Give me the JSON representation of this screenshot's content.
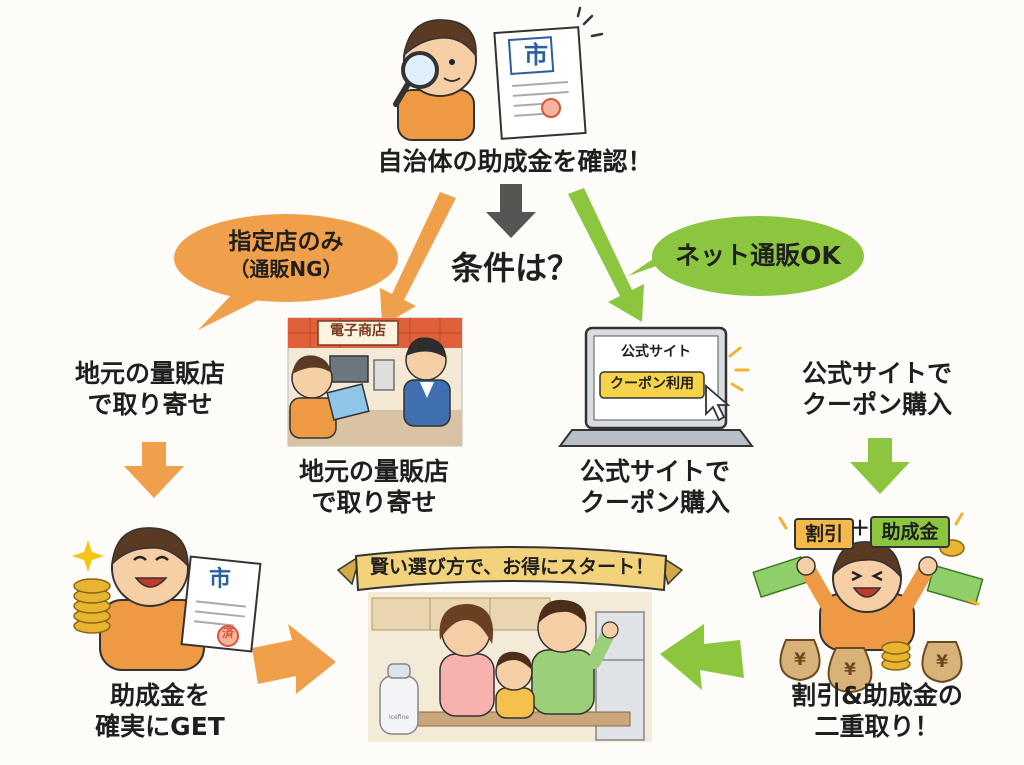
{
  "top": {
    "caption": "自治体の助成金を確認！",
    "doc_mark": "市"
  },
  "center_question": "条件は？",
  "bubble_left": {
    "line1": "指定店のみ",
    "line2": "（通販NG）"
  },
  "bubble_right": {
    "text": "ネット通販OK"
  },
  "left_route": {
    "step_line1": "地元の量販店",
    "step_line2": "で取り寄せ",
    "result_line1": "助成金を",
    "result_line2": "確実にGET",
    "doc_mark": "市",
    "stamp": "済"
  },
  "store": {
    "sign": "電子商店",
    "caption_line1": "地元の量販店",
    "caption_line2": "で取り寄せ"
  },
  "laptop": {
    "screen_title": "公式サイト",
    "screen_button": "クーポン利用",
    "caption_line1": "公式サイトで",
    "caption_line2": "クーポン購入"
  },
  "right_route": {
    "step_line1": "公式サイトで",
    "step_line2": "クーポン購入",
    "tag_discount": "割引",
    "tag_plus": "＋",
    "tag_subsidy": "助成金",
    "result_line1": "割引&助成金の",
    "result_line2": "二重取り！",
    "bag_symbol": "¥"
  },
  "banner": {
    "text": "賢い選び方で、お得にスタート！"
  },
  "appliance_brand": "Icefine",
  "colors": {
    "orange": "#f0a04a",
    "green": "#8cc63f",
    "gray_arrow": "#555555",
    "skin": "#f7cfa6",
    "hair": "#5a3a22",
    "shirt_orange": "#ee9a45",
    "banner_gold": "#f2d27a"
  }
}
